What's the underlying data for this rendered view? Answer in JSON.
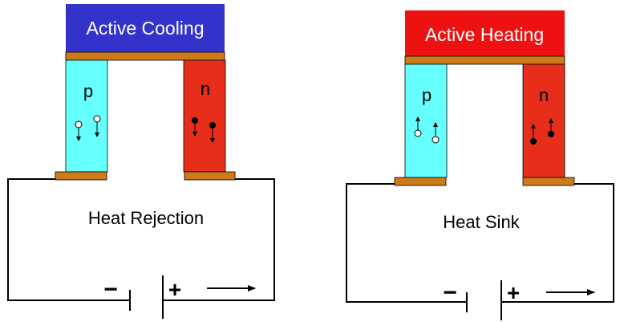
{
  "colors": {
    "cooling_box": "#3333cc",
    "heating_box": "#ee1111",
    "copper": "#cc7a1a",
    "p_leg": "#66ffff",
    "n_leg": "#e62e1a",
    "wire": "#000000",
    "label_text_on_box": "#ffffff",
    "text": "#000000"
  },
  "left_device": {
    "title": "Active Cooling",
    "p_label": "p",
    "n_label": "n",
    "bottom_label": "Heat Rejection",
    "minus_label": "−",
    "plus_label": "+",
    "carrier_direction": "down"
  },
  "right_device": {
    "title": "Active Heating",
    "p_label": "p",
    "n_label": "n",
    "bottom_label": "Heat Sink",
    "minus_label": "−",
    "plus_label": "+",
    "carrier_direction": "up"
  }
}
